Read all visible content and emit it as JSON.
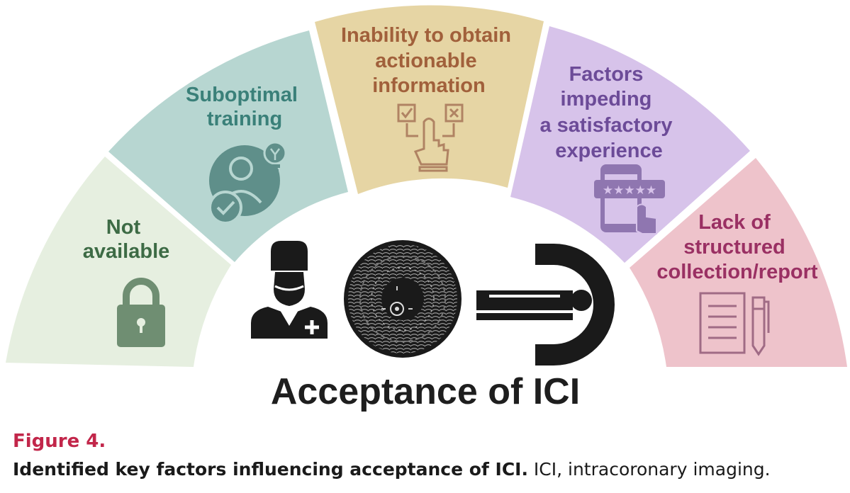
{
  "diagram": {
    "title": "Acceptance of ICI",
    "segments": [
      {
        "id": "not-available",
        "lines": [
          "Not",
          "available"
        ],
        "fill": "#e6efe0",
        "text_color": "#3d6b45",
        "icon": "padlock-icon"
      },
      {
        "id": "suboptimal-training",
        "lines": [
          "Suboptimal",
          "training"
        ],
        "fill": "#b7d6d1",
        "text_color": "#3a8079",
        "icon": "person-lightbulb-icon"
      },
      {
        "id": "actionable-information",
        "lines": [
          "Inability to obtain",
          "actionable",
          "information"
        ],
        "fill": "#e6d5a4",
        "text_color": "#a1603b",
        "icon": "hand-choice-icon"
      },
      {
        "id": "satisfactory-experience",
        "lines": [
          "Factors",
          "impeding",
          "a satisfactory",
          "experience"
        ],
        "fill": "#d7c3ea",
        "text_color": "#6c4b98",
        "icon": "phone-rating-icon"
      },
      {
        "id": "structured-collection",
        "lines": [
          "Lack of",
          "structured",
          "collection/report"
        ],
        "fill": "#eec3cb",
        "text_color": "#9a3063",
        "icon": "document-pen-icon"
      }
    ],
    "center_icons": [
      "doctor-icon",
      "intravascular-image-icon",
      "patient-scanner-icon"
    ],
    "colors": {
      "title": "#1e1e1e",
      "figure_label": "#c2264a"
    }
  },
  "figure": {
    "label": "Figure 4.",
    "caption_bold": "Identified key factors influencing acceptance of ICI.",
    "caption_rest": " ICI, intracoronary imaging."
  }
}
